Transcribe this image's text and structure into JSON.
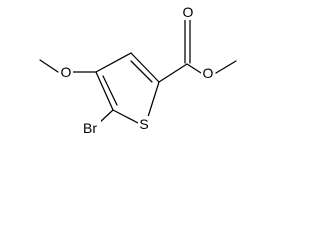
{
  "molecule": {
    "atoms": {
      "carbonyl_oxygen": "O",
      "ester_oxygen": "O",
      "methoxy_oxygen": "O",
      "ring_sulfur": "S",
      "bromine": "Br"
    },
    "colors": {
      "bond": "#000000",
      "label": "#000000",
      "background": "#ffffff"
    }
  }
}
